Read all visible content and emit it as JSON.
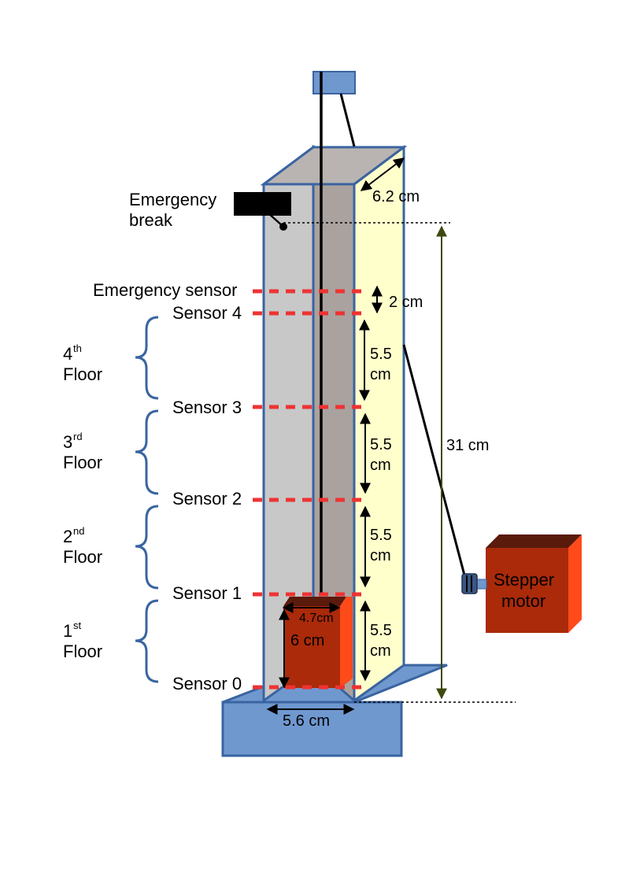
{
  "labels": {
    "emergency_break": [
      "Emergency",
      "break"
    ],
    "emergency_sensor": "Emergency sensor",
    "sensor_4": "Sensor 4",
    "sensor_3": "Sensor 3",
    "sensor_2": "Sensor 2",
    "sensor_1": "Sensor 1",
    "sensor_0": "Sensor 0",
    "stepper_motor": [
      "Stepper",
      "motor"
    ]
  },
  "floors": [
    {
      "num": "4",
      "sup": "th",
      "word": "Floor"
    },
    {
      "num": "3",
      "sup": "rd",
      "word": "Floor"
    },
    {
      "num": "2",
      "sup": "nd",
      "word": "Floor"
    },
    {
      "num": "1",
      "sup": "st",
      "word": "Floor"
    }
  ],
  "dimensions": {
    "depth": "6.2 cm",
    "emergency_gap": "2 cm",
    "floor_gaps": [
      [
        "5.5",
        "cm"
      ],
      [
        "5.5",
        "cm"
      ],
      [
        "5.5",
        "cm"
      ],
      [
        "5.5",
        "cm"
      ]
    ],
    "total_height": "31 cm",
    "cabin_width": "4.7cm",
    "cabin_height": "6 cm",
    "shaft_width": "5.6 cm"
  },
  "colors": {
    "frame_stroke": "#3a64a0",
    "left_panel": "#c8c8c8",
    "back_panel": "#aaa29e",
    "right_panel": "#ffffcc",
    "base": "#6f98cf",
    "sensor": "#ee3333",
    "cabin_front": "#aa2a0a",
    "cabin_side": "#ff4a1a",
    "cabin_top": "#5a1a0c",
    "total_dim": "#3c4a10"
  }
}
